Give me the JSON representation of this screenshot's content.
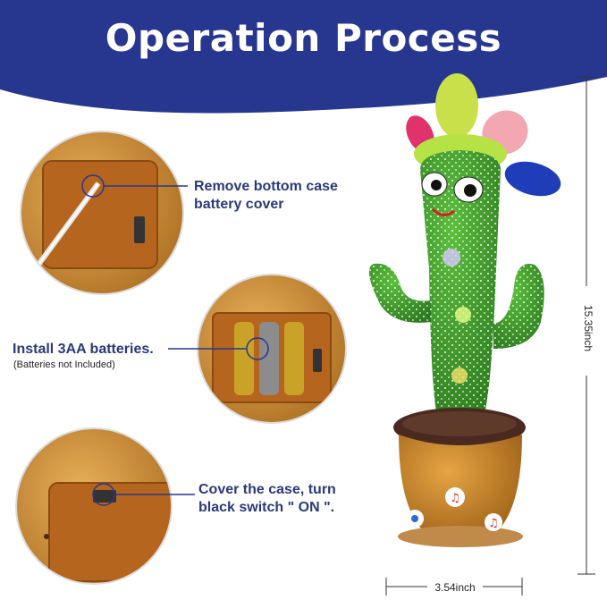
{
  "title": "Operation Process",
  "steps": [
    {
      "line1": "Remove bottom case",
      "line2": "battery cover"
    },
    {
      "line1": "Install 3AA batteries.",
      "note": "(Batteries not Included)"
    },
    {
      "line1": "Cover the case, turn",
      "line2": "black switch \" ON \"."
    }
  ],
  "dimensions": {
    "height": "15.35inch",
    "width": "3.54inch"
  },
  "colors": {
    "banner": "#27378f",
    "text": "#2a3a7a",
    "plush": "#c98a2e",
    "cactus": "#3f9a2a"
  }
}
